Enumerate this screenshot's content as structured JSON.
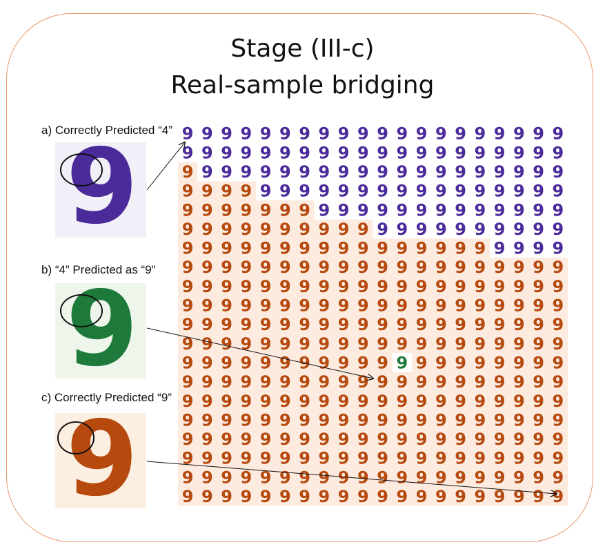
{
  "title": {
    "line1": "Stage (III-c)",
    "line2": "Real-sample bridging"
  },
  "panels": {
    "a": {
      "label": "a) Correctly Predicted “4”",
      "digit": "9",
      "color": "#4b2a9a",
      "background": "#f1f0f8"
    },
    "b": {
      "label": "b) “4” Predicted as “9”",
      "digit": "9",
      "color": "#1d7a3a",
      "background": "#eef6ec"
    },
    "c": {
      "label": "c) Correctly Predicted “9”",
      "digit": "9",
      "color": "#b5490e",
      "background": "#fdeee2"
    }
  },
  "grid": {
    "rows": 20,
    "cols": 20,
    "glyph": "9",
    "colors": {
      "predicted_4": "#4b2a9a",
      "predicted_9": "#b5490e",
      "misclassified": "#1d7a3a",
      "region_9_background": "#fdebe0"
    },
    "predicted_4_from_col_by_row": [
      0,
      0,
      1,
      4,
      7,
      10,
      16,
      20,
      20,
      20,
      20,
      20,
      20,
      20,
      20,
      20,
      20,
      20,
      20,
      20
    ],
    "misclassified_cell": {
      "row": 12,
      "col": 11
    }
  }
}
